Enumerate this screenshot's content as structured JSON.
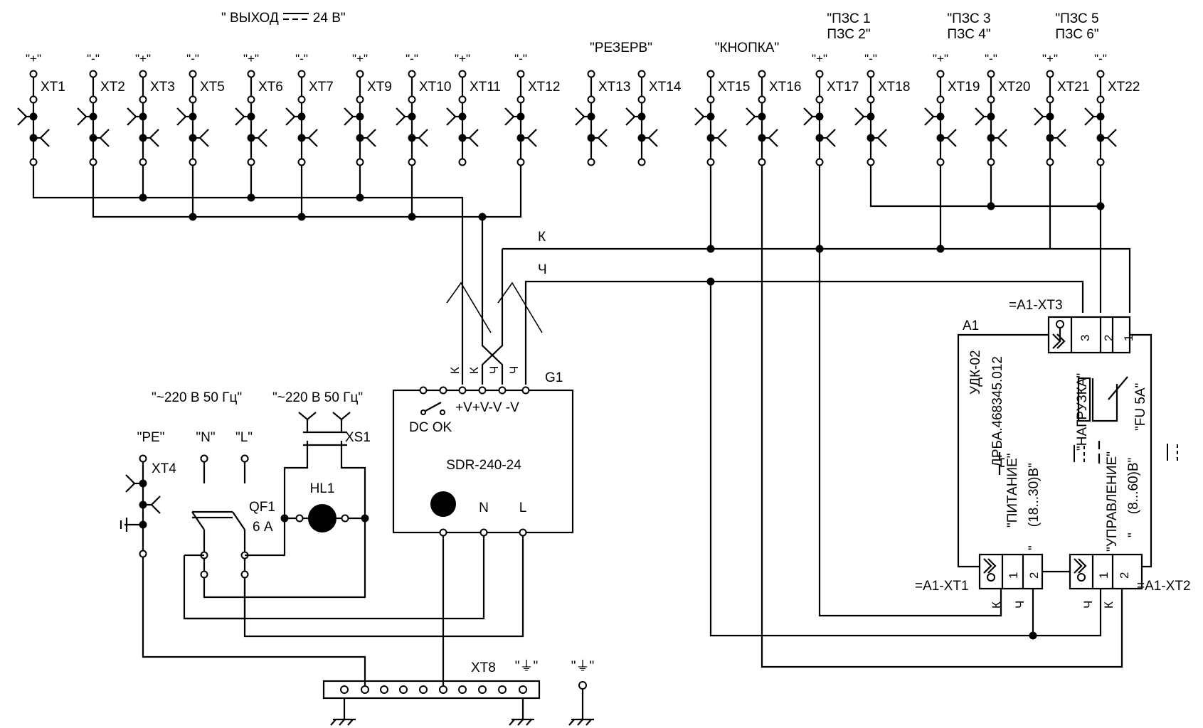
{
  "header": {
    "output_open": "\" ВЫХОД",
    "output_close": "24 В\"",
    "reserve": "\"РЕЗЕРВ\"",
    "button": "\"КНОПКА\"",
    "pzs_12": "\"ПЗС 1\nПЗС 2\"",
    "pzs_34": "\"ПЗС 3\nПЗС 4\"",
    "pzs_56": "\"ПЗС 5\nПЗС 6\""
  },
  "terminals": {
    "xt1": "XT1",
    "xt2": "XT2",
    "xt3": "XT3",
    "xt5": "XT5",
    "xt6": "XT6",
    "xt7": "XT7",
    "xt9": "XT9",
    "xt10": "XT10",
    "xt11": "XT11",
    "xt12": "XT12",
    "xt13": "XT13",
    "xt14": "XT14",
    "xt15": "XT15",
    "xt16": "XT16",
    "xt17": "XT17",
    "xt18": "XT18",
    "xt19": "XT19",
    "xt20": "XT20",
    "xt21": "XT21",
    "xt22": "XT22",
    "xt4": "XT4",
    "xt8": "XT8"
  },
  "polarity": {
    "plus": "\"+\"",
    "minus": "\"-\""
  },
  "wires": {
    "k": "К",
    "ch": "Ч"
  },
  "power_supply": {
    "designator": "G1",
    "model": "SDR-240-24",
    "dc_ok": "DC OK",
    "outputs": "+V+V-V -V",
    "n": "N",
    "l": "L"
  },
  "mains": {
    "supply_1": "\"~220 В 50 Гц\"",
    "supply_2": "\"~220 В 50 Гц\"",
    "socket": "XS1",
    "lamp": "HL1",
    "breaker": "QF1",
    "breaker_rating": "6 А",
    "pe": "\"PE\"",
    "n": "\"N\"",
    "l": "\"L\""
  },
  "module": {
    "designator": "A1",
    "type": "УДК-02",
    "code": "ДРБА.468345.012",
    "xt1": "=A1-XT1",
    "xt2": "=A1-XT2",
    "xt3": "=A1-XT3",
    "load": "\"НАГРУЗКА\"",
    "fuse": "\"FU 5A\"",
    "power_label": "\"ПИТАНИЕ\"",
    "power_range_open": "\"",
    "power_range_close": "(18...30)В\"",
    "control_label": "\"УПРАВЛЕНИЕ\"",
    "control_range_open": "\"",
    "control_range_close": "(8...60)В\"",
    "pin_1": "1",
    "pin_2": "2",
    "pin_3": "3"
  },
  "ground": {
    "mark": "\"⏚\""
  }
}
